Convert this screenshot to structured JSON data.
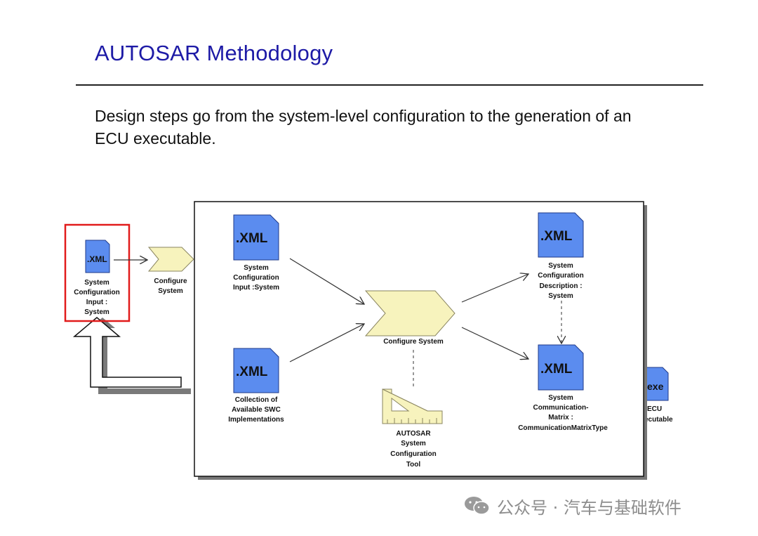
{
  "title": "AUTOSAR Methodology",
  "subtitle": "Design steps go from the system-level configuration to the generation of an ECU executable.",
  "left_panel": {
    "doc_ext": ".XML",
    "doc_label": [
      "System",
      "Configuration",
      "Input :",
      "System"
    ],
    "activity_label": [
      "Configure",
      "System"
    ]
  },
  "main_panel": {
    "input_system": {
      "ext": ".XML",
      "label": [
        "System",
        "Configuration",
        "Input :System"
      ]
    },
    "swc_collection": {
      "ext": ".XML",
      "label": [
        "Collection of",
        "Available SWC",
        "Implementations"
      ]
    },
    "configure_activity": {
      "label": "Configure System"
    },
    "tool": {
      "label": [
        "AUTOSAR",
        "System",
        "Configuration",
        "Tool"
      ]
    },
    "description": {
      "ext": ".XML",
      "label": [
        "System",
        "Configuration",
        "Description :",
        "System"
      ]
    },
    "comm_matrix": {
      "ext": ".XML",
      "label": [
        "System",
        "Communication-",
        "Matrix :",
        "CommunicationMatrixType"
      ]
    }
  },
  "ecu": {
    "ext": "exe",
    "label": [
      "ECU",
      "ecutable"
    ]
  },
  "watermark": "公众号 · 汽车与基础软件",
  "colors": {
    "title": "#1d1aa6",
    "doc_fill": "#5b8cef",
    "activity_fill": "#f7f3bd",
    "highlight": "#e11b1b"
  }
}
